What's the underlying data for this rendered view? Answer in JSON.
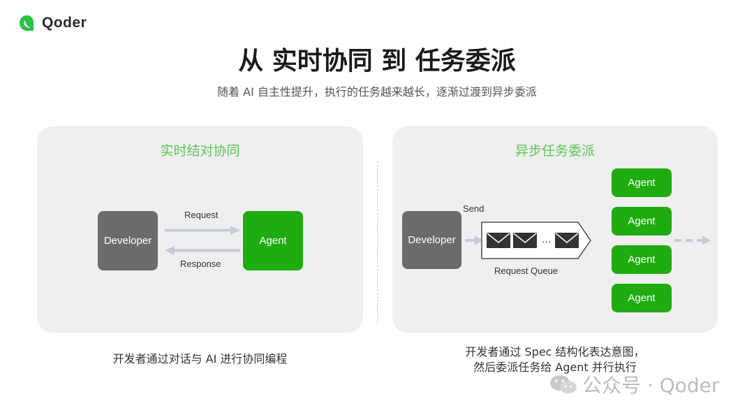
{
  "brand": {
    "name": "Qoder",
    "accent": "#1fac11",
    "mark_icon": "qoder-logo-icon"
  },
  "title": "从 实时协同 到 任务委派",
  "subtitle": "随着 AI 自主性提升，执行的任务越来越长，逐渐过渡到异步委派",
  "left_panel": {
    "title": "实时结对协同",
    "developer_label": "Developer",
    "agent_label": "Agent",
    "request_label": "Request",
    "response_label": "Response",
    "caption": "开发者通过对话与 AI 进行协同编程"
  },
  "right_panel": {
    "title": "异步任务委派",
    "developer_label": "Developer",
    "send_label": "Send",
    "queue_label": "Request Queue",
    "ellipsis": "…",
    "agents": [
      "Agent",
      "Agent",
      "Agent",
      "Agent"
    ],
    "caption_line1": "开发者通过 Spec 结构化表达意图，",
    "caption_line2": "然后委派任务给 Agent 并行执行"
  },
  "watermark": {
    "text": "公众号 · Qoder",
    "icon": "wechat-icon"
  },
  "colors": {
    "panel_bg": "#efefef",
    "title_green": "#5fc65a",
    "agent_green": "#1fac11",
    "developer_gray": "#6b6b6b",
    "arrow_gray": "#c5cbd8"
  }
}
